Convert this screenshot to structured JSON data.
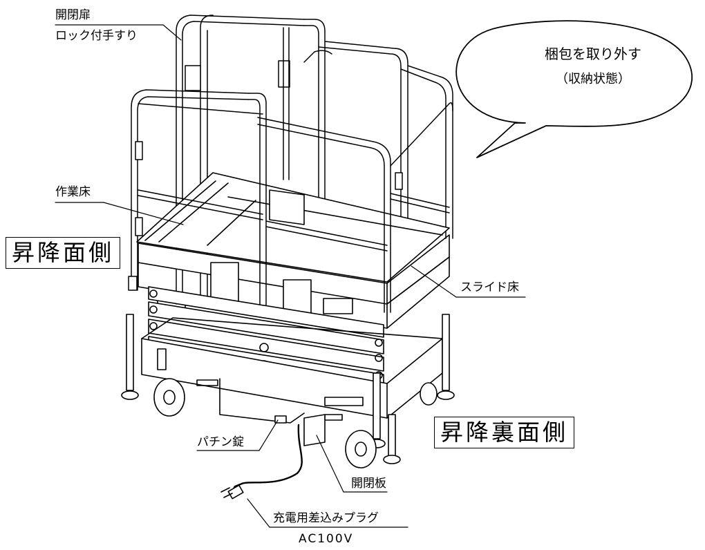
{
  "labels": {
    "door_line1": "開閉扉",
    "door_line2": "ロック付手すり",
    "work_floor": "作業床",
    "slide_floor": "スライド床",
    "latch": "パチン錠",
    "cover_plate": "開閉板",
    "plug": "充電用差込みプラグ",
    "voltage": "AC100V"
  },
  "side_labels": {
    "front": "昇降面側",
    "back": "昇降裏面側"
  },
  "callout": {
    "line1": "梱包を取り外す",
    "line2": "（収納状態）"
  }
}
